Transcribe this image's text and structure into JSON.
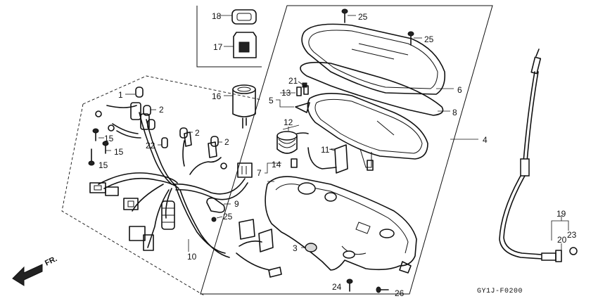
{
  "diagram_code": "GY1J-F0200",
  "direction_label": "FR.",
  "part_numbers": {
    "p1": "1",
    "p2a": "2",
    "p2b": "2",
    "p2c": "2",
    "p3": "3",
    "p4": "4",
    "p5": "5",
    "p6": "6",
    "p7": "7",
    "p8": "8",
    "p9": "9",
    "p10": "10",
    "p11": "11",
    "p12": "12",
    "p13": "13",
    "p14": "14",
    "p15a": "15",
    "p15b": "15",
    "p15c": "15",
    "p16": "16",
    "p17": "17",
    "p18": "18",
    "p19": "19",
    "p20": "20",
    "p21": "21",
    "p22": "22",
    "p23": "23",
    "p24": "24",
    "p25a": "25",
    "p25b": "25",
    "p25c": "25",
    "p26": "26"
  }
}
